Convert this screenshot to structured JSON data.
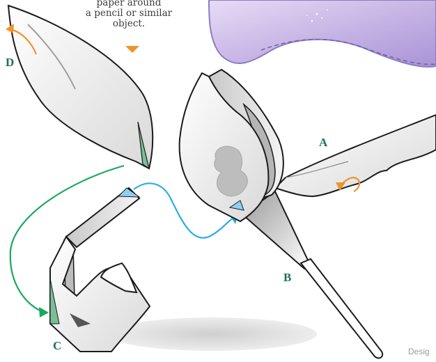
{
  "instruction": {
    "lines": [
      "paper around",
      "a pencil or similar",
      "object."
    ]
  },
  "labels": {
    "a": "A",
    "b": "B",
    "c": "C",
    "d": "D"
  },
  "credit": "Desig",
  "colors": {
    "label": "#1f6f5c",
    "orange_arrow": "#f0932b",
    "green_arrow": "#1aa860",
    "blue_arrow": "#27aee6",
    "blue_tab": "#8fd0ee",
    "green_tab": "#79bf96",
    "paper_outline": "#1a1a1a",
    "purple_bg": "#c9b8e6"
  }
}
